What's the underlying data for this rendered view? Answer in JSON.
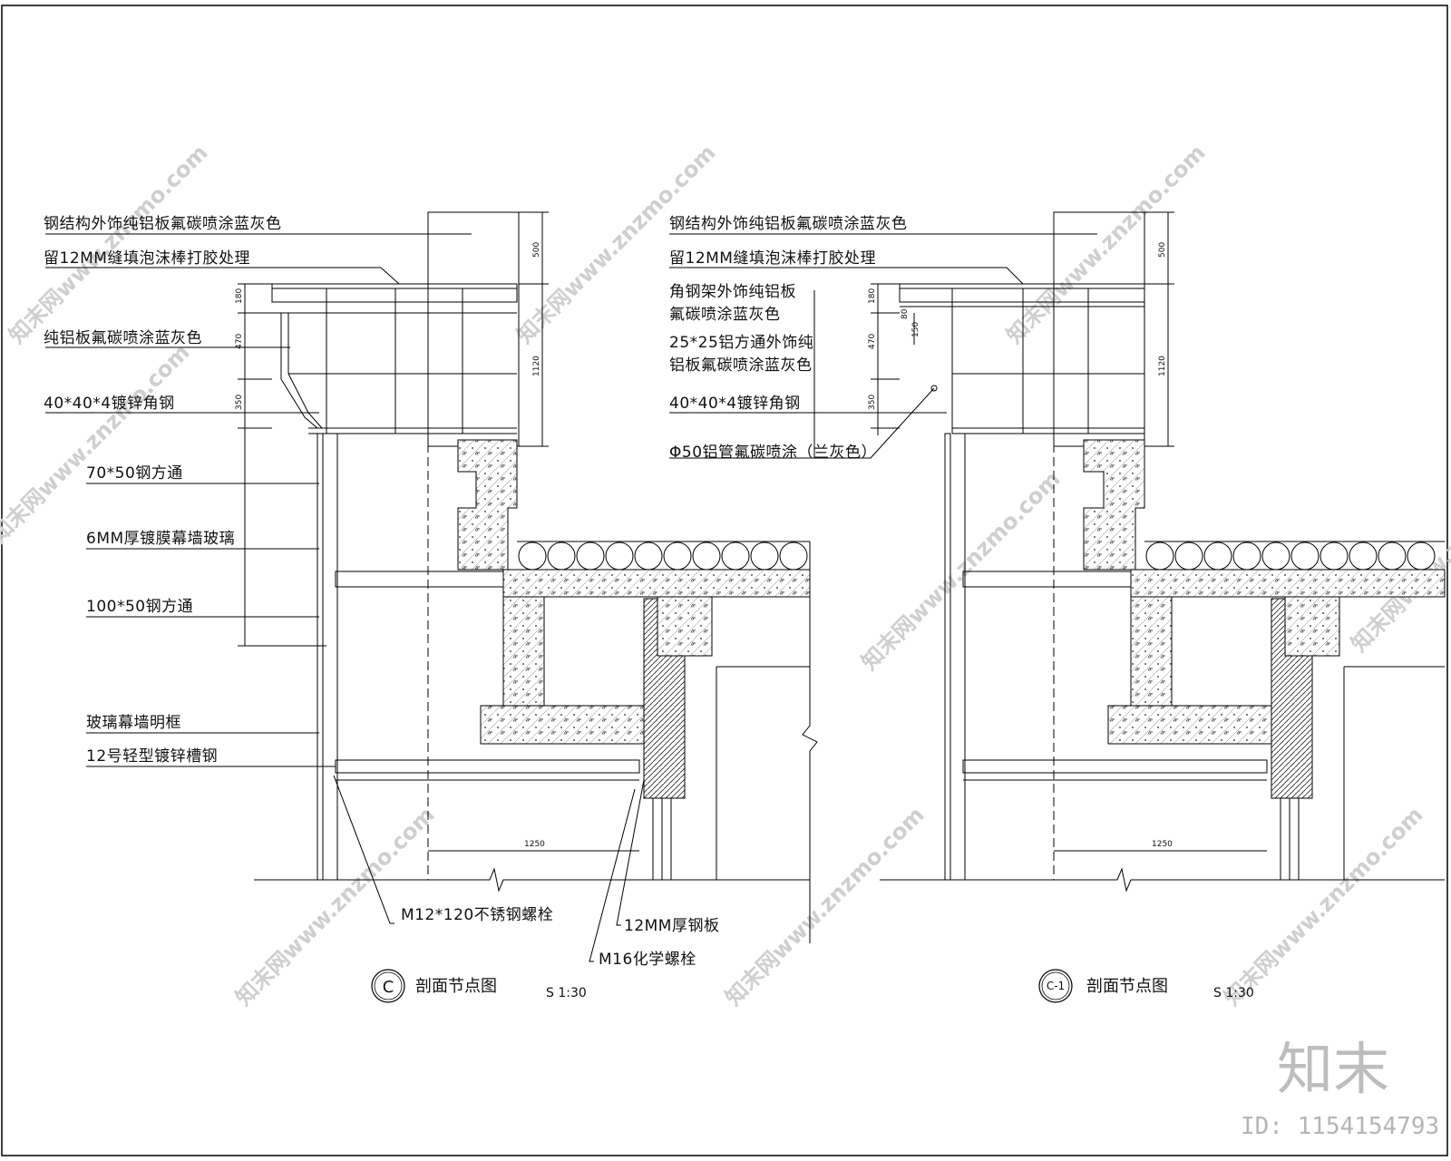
{
  "left_detail": {
    "labels": [
      "钢结构外饰纯铝板氟碳喷涂蓝灰色",
      "留12MM缝填泡沫棒打胶处理",
      "纯铝板氟碳喷涂蓝灰色",
      "40*40*4镀锌角钢",
      "70*50钢方通",
      "6MM厚镀膜幕墙玻璃",
      "100*50钢方通",
      "玻璃幕墙明框",
      "12号轻型镀锌槽钢"
    ],
    "bottom_labels": [
      "M12*120不锈钢螺栓",
      "12MM厚钢板",
      "M16化学螺栓"
    ],
    "dims": [
      "500",
      "1120",
      "180",
      "470",
      "350",
      "1250"
    ],
    "title_symbol": "C",
    "title": "剖面节点图",
    "scale": "S 1:30"
  },
  "right_detail": {
    "labels": [
      "钢结构外饰纯铝板氟碳喷涂蓝灰色",
      "留12MM缝填泡沫棒打胶处理",
      "角钢架外饰纯铝板",
      "氟碳喷涂蓝灰色",
      "25*25铝方通外饰纯",
      "铝板氟碳喷涂蓝灰色",
      "40*40*4镀锌角钢",
      "Φ50铝管氟碳喷涂（兰灰色）"
    ],
    "dims": [
      "500",
      "1120",
      "180",
      "470",
      "350",
      "80",
      "150",
      "1250"
    ],
    "title_symbol": "C-1",
    "title": "剖面节点图",
    "scale": "S 1:30"
  },
  "watermark": {
    "brand": "知末",
    "id": "ID: 1154154793",
    "diagonal": "知末网www.znzmo.com"
  }
}
